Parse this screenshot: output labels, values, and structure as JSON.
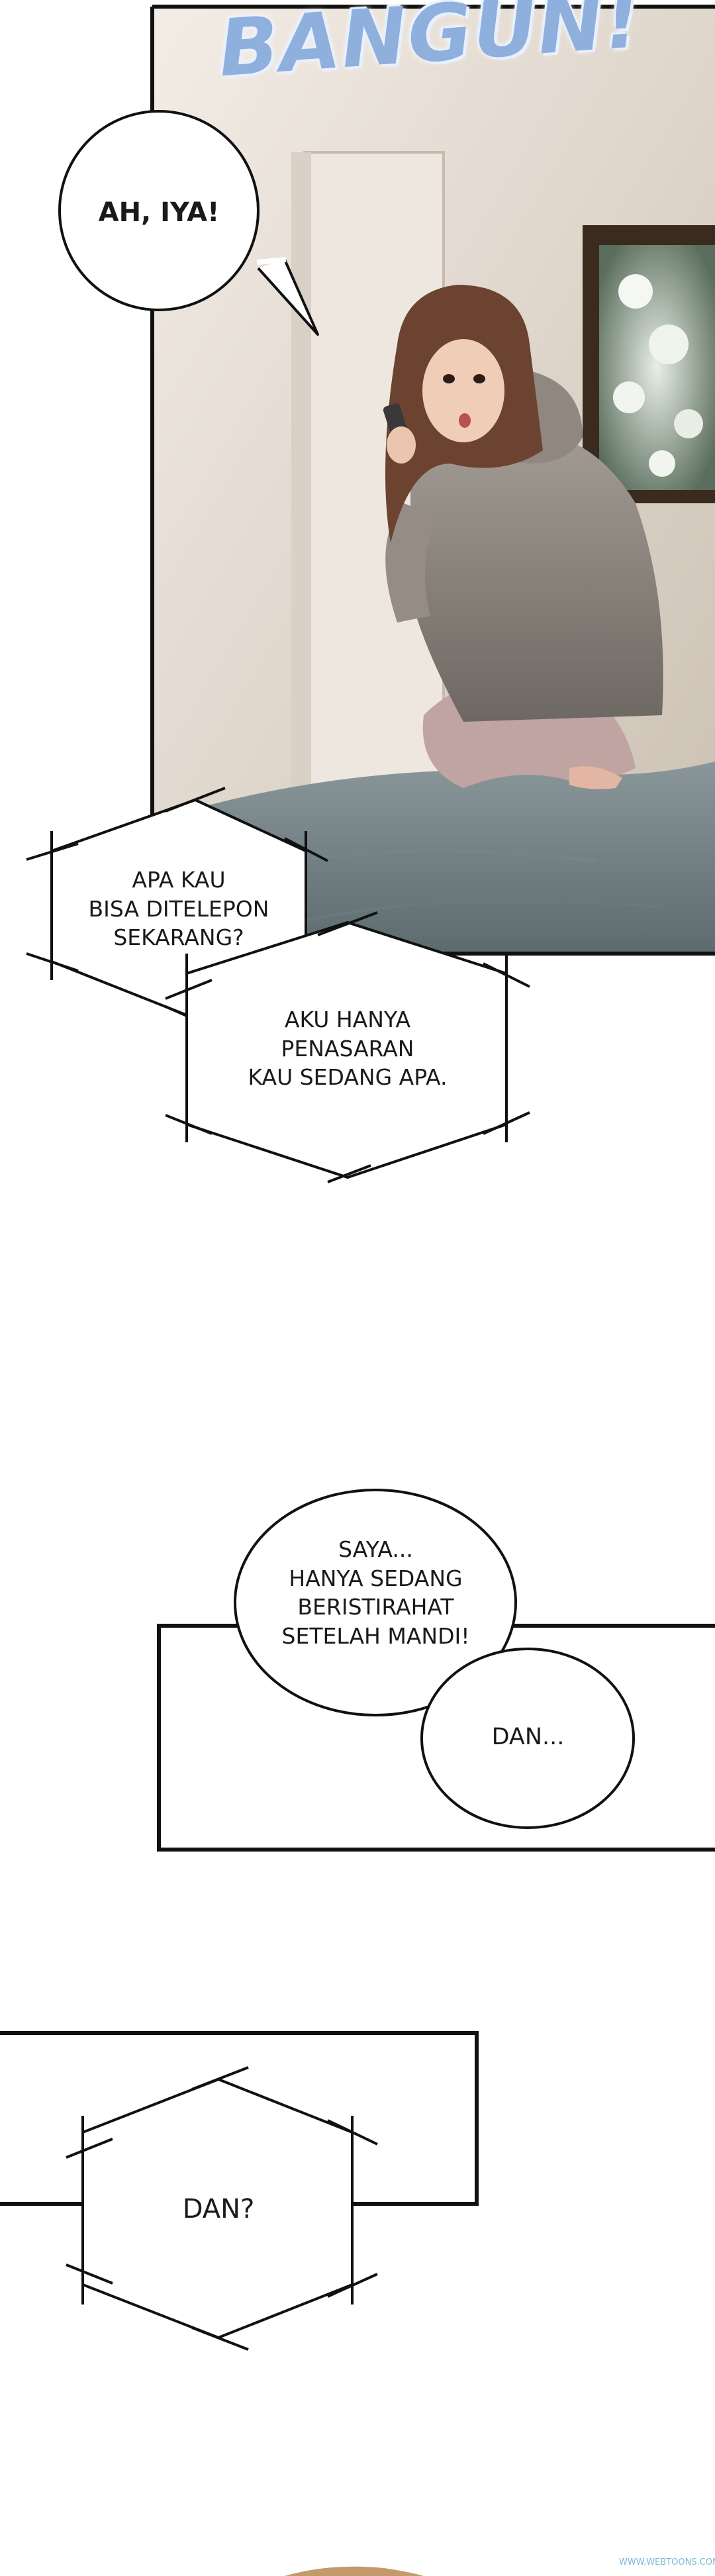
{
  "colors": {
    "background": "#ffffff",
    "panel_border": "#111111",
    "sfx_fill": "#8fb0dc",
    "sfx_stroke": "#e8f0ff",
    "credit": "#7fb7d6"
  },
  "panel1": {
    "sfx": "BANGUN!",
    "bubble_ah_iya": "AH, IYA!"
  },
  "dialogue": {
    "bubble_bisa_ditelepon": "APA KAU\nBISA DITELEPON\nSEKARANG?",
    "bubble_penasaran": "AKU HANYA\nPENASARAN\nKAU SEDANG APA.",
    "bubble_saya": "SAYA...\nHANYA SEDANG\nBERISTIRAHAT\nSETELAH MANDI!",
    "bubble_dan": "DAN...",
    "bubble_dan_question": "DAN?"
  },
  "credit": "WWW.WEBTOONS.COM"
}
